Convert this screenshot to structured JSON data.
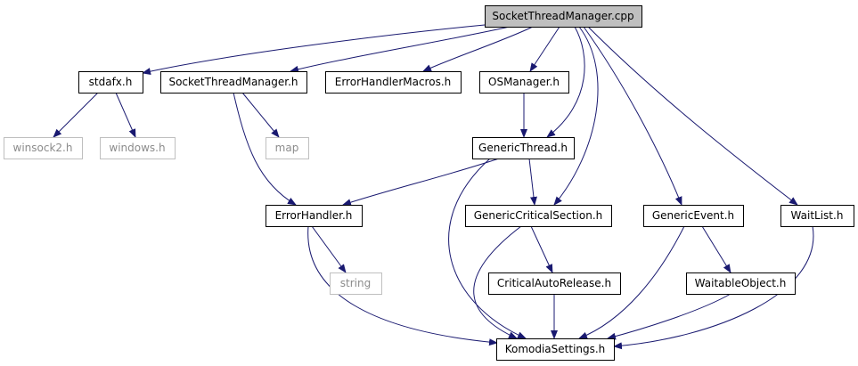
{
  "colors": {
    "edge": "#191970",
    "root_fill": "#bfbfbf",
    "node_stroke": "#000000",
    "node_fill": "#ffffff",
    "external_stroke": "#bfbfbf",
    "external_text": "#8c8c8c"
  },
  "nodes": [
    {
      "id": "root",
      "label": "SocketThreadManager.cpp",
      "kind": "root"
    },
    {
      "id": "stdafx",
      "label": "stdafx.h",
      "kind": "file"
    },
    {
      "id": "stm_h",
      "label": "SocketThreadManager.h",
      "kind": "file"
    },
    {
      "id": "ehm",
      "label": "ErrorHandlerMacros.h",
      "kind": "file"
    },
    {
      "id": "osm",
      "label": "OSManager.h",
      "kind": "file"
    },
    {
      "id": "winsock2",
      "label": "winsock2.h",
      "kind": "external"
    },
    {
      "id": "windows",
      "label": "windows.h",
      "kind": "external"
    },
    {
      "id": "map",
      "label": "map",
      "kind": "external"
    },
    {
      "id": "gt",
      "label": "GenericThread.h",
      "kind": "file"
    },
    {
      "id": "eh",
      "label": "ErrorHandler.h",
      "kind": "file"
    },
    {
      "id": "gcs",
      "label": "GenericCriticalSection.h",
      "kind": "file"
    },
    {
      "id": "ge",
      "label": "GenericEvent.h",
      "kind": "file"
    },
    {
      "id": "wl",
      "label": "WaitList.h",
      "kind": "file"
    },
    {
      "id": "string",
      "label": "string",
      "kind": "external"
    },
    {
      "id": "car",
      "label": "CriticalAutoRelease.h",
      "kind": "file"
    },
    {
      "id": "wo",
      "label": "WaitableObject.h",
      "kind": "file"
    },
    {
      "id": "ks",
      "label": "KomodiaSettings.h",
      "kind": "file"
    }
  ],
  "edges": [
    [
      "root",
      "stdafx"
    ],
    [
      "root",
      "stm_h"
    ],
    [
      "root",
      "ehm"
    ],
    [
      "root",
      "osm"
    ],
    [
      "root",
      "gt"
    ],
    [
      "root",
      "gcs"
    ],
    [
      "root",
      "ge"
    ],
    [
      "root",
      "wl"
    ],
    [
      "stdafx",
      "winsock2"
    ],
    [
      "stdafx",
      "windows"
    ],
    [
      "stm_h",
      "map"
    ],
    [
      "stm_h",
      "eh"
    ],
    [
      "osm",
      "gt"
    ],
    [
      "gt",
      "eh"
    ],
    [
      "gt",
      "gcs"
    ],
    [
      "gt",
      "ks"
    ],
    [
      "eh",
      "string"
    ],
    [
      "eh",
      "ks"
    ],
    [
      "gcs",
      "car"
    ],
    [
      "gcs",
      "ks"
    ],
    [
      "car",
      "ks"
    ],
    [
      "ge",
      "wo"
    ],
    [
      "ge",
      "ks"
    ],
    [
      "wo",
      "ks"
    ],
    [
      "wl",
      "ks"
    ]
  ]
}
